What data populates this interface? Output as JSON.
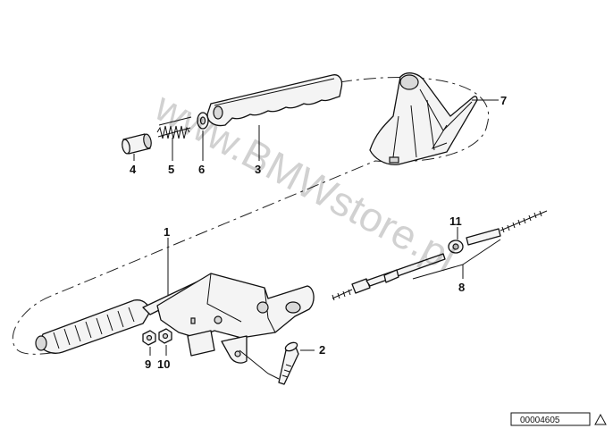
{
  "diagram": {
    "watermark": "www.BMWstore.pl",
    "reference_number": "00004605",
    "callouts": {
      "c1": "1",
      "c2": "2",
      "c3": "3",
      "c4": "4",
      "c5": "5",
      "c6": "6",
      "c7": "7",
      "c8": "8",
      "c9": "9",
      "c10": "10",
      "c11": "11"
    },
    "icons": [
      "warning-triangle-icon"
    ],
    "colors": {
      "ink": "#111111",
      "paper": "#ffffff",
      "watermark": "#000000"
    }
  }
}
